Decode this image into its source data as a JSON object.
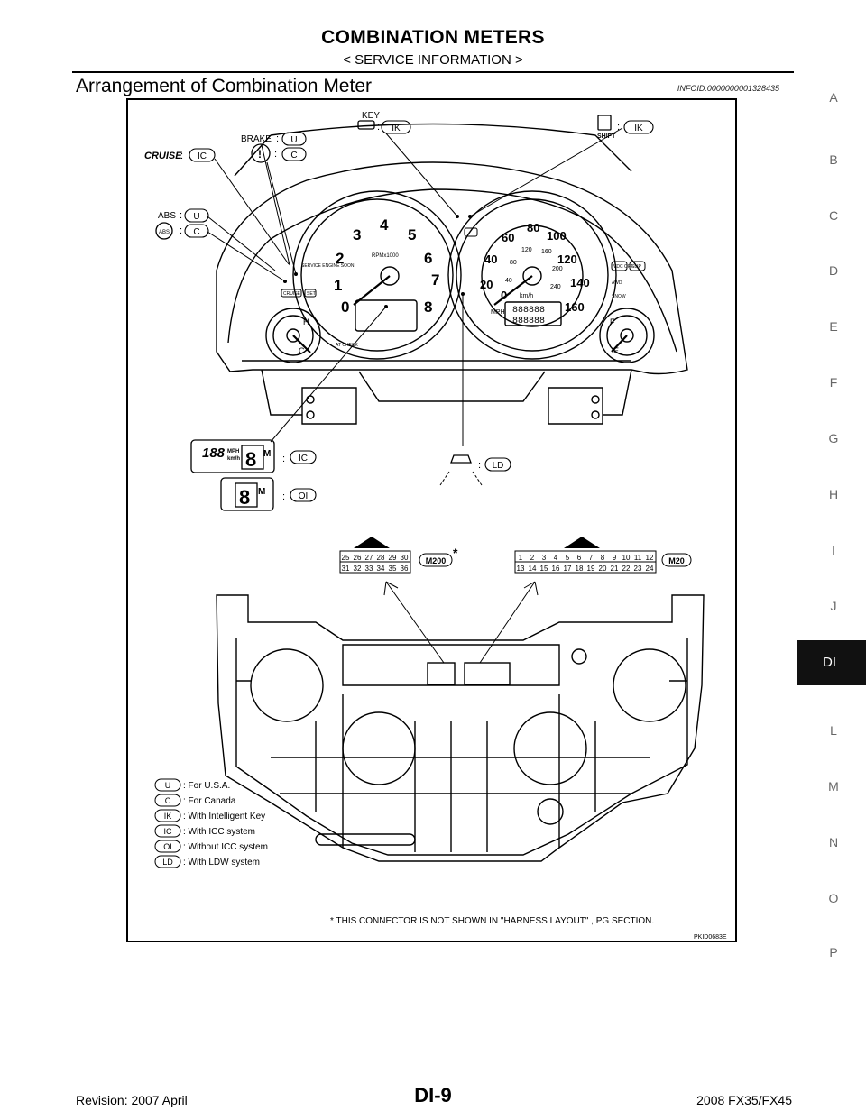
{
  "header": {
    "title": "COMBINATION METERS",
    "subtitle": "< SERVICE INFORMATION >"
  },
  "section": {
    "title": "Arrangement of Combination Meter",
    "infoid": "INFOID:0000000001328435"
  },
  "side_index": {
    "letters": [
      "A",
      "B",
      "C",
      "D",
      "E",
      "F",
      "G",
      "H",
      "I",
      "J",
      "DI",
      "L",
      "M",
      "N",
      "O",
      "P"
    ],
    "active": "DI"
  },
  "figure": {
    "callouts": {
      "key": "KEY",
      "brake": "BRAKE",
      "cruise": "CRUISE",
      "abs": "ABS",
      "shift": "SHIFT",
      "colon": ":",
      "U": "U",
      "C": "C",
      "IK": "IK",
      "IC": "IC",
      "OI": "OI",
      "LD": "LD",
      "star": "*",
      "m": "M",
      "mph": "MPH",
      "kmh": "km/h",
      "trip": "188",
      "gear": "8"
    },
    "tacho": {
      "label": "RPMx1000",
      "marks": [
        "0",
        "1",
        "2",
        "3",
        "4",
        "5",
        "6",
        "7",
        "8"
      ]
    },
    "speedo": {
      "outer": [
        "0",
        "20",
        "40",
        "60",
        "80",
        "100",
        "120",
        "140",
        "160"
      ],
      "inner": [
        "40",
        "80",
        "120",
        "160",
        "200",
        "240"
      ],
      "mph_label": "MPH",
      "kmh_label": "km/h",
      "odo": "888888",
      "trip": "888888"
    },
    "gauge_labels": {
      "h": "H",
      "c": "C",
      "f": "F",
      "e": "E"
    },
    "tell_tales": {
      "cruise": "CRUISE",
      "set": "SET",
      "vdc": "VDC OFF",
      "slip": "SLIP",
      "awd": "AWD",
      "snow": "SNOW",
      "at_check": "AT CHECK",
      "service": "SERVICE ENGINE SOON"
    },
    "connector_m200": {
      "label": "M200",
      "top": [
        "25",
        "26",
        "27",
        "28",
        "29",
        "30"
      ],
      "bottom": [
        "31",
        "32",
        "33",
        "34",
        "35",
        "36"
      ]
    },
    "connector_m20": {
      "label": "M20",
      "top": [
        "1",
        "2",
        "3",
        "4",
        "5",
        "6",
        "7",
        "8",
        "9",
        "10",
        "11",
        "12"
      ],
      "bottom": [
        "13",
        "14",
        "15",
        "16",
        "17",
        "18",
        "19",
        "20",
        "21",
        "22",
        "23",
        "24"
      ]
    },
    "legend": [
      {
        "code": "U",
        "text": ": For U.S.A."
      },
      {
        "code": "C",
        "text": ": For Canada"
      },
      {
        "code": "IK",
        "text": ": With Intelligent Key"
      },
      {
        "code": "IC",
        "text": ": With ICC system"
      },
      {
        "code": "OI",
        "text": ": Without ICC system"
      },
      {
        "code": "LD",
        "text": ": With LDW system"
      }
    ],
    "footnote": "* THIS CONNECTOR IS NOT SHOWN IN \"HARNESS LAYOUT\" , PG SECTION.",
    "figure_id": "PKID0683E"
  },
  "footer": {
    "page": "DI-9",
    "revision": "Revision: 2007 April",
    "model": "2008 FX35/FX45"
  }
}
